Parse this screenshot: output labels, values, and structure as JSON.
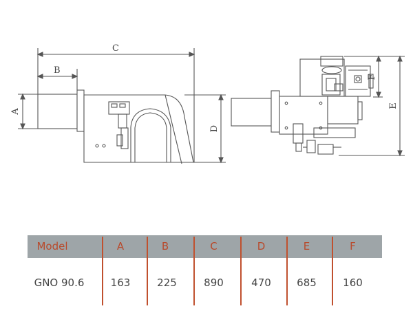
{
  "drawing": {
    "labels": [
      "A",
      "B",
      "C",
      "D",
      "E",
      "F"
    ]
  },
  "table": {
    "header_colour": "#9ea5a8",
    "header_text_colour": "#b84a2c",
    "columns": [
      "Model",
      "A",
      "B",
      "C",
      "D",
      "E",
      "F"
    ],
    "rows": [
      [
        "GNO 90.6",
        "163",
        "225",
        "890",
        "470",
        "685",
        "160"
      ]
    ]
  }
}
